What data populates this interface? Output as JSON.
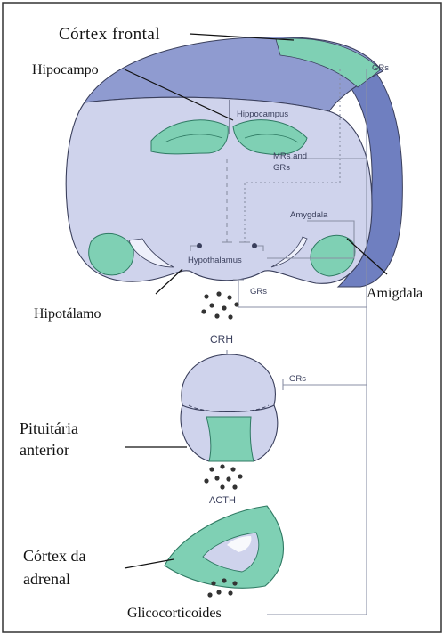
{
  "labels": {
    "cortex_frontal": "Córtex frontal",
    "hipocampo": "Hipocampo",
    "hipotalamo": "Hipotálamo",
    "amigdala": "Amigdala",
    "pituitaria_line1": "Pituitária",
    "pituitaria_line2": "anterior",
    "cortex_adrenal_line1": "Córtex da",
    "cortex_adrenal_line2": "adrenal",
    "glicocorticoides": "Glicocorticoides"
  },
  "inner_labels": {
    "hippocampus": "Hippocampus",
    "mrs_grs_line1": "MRs and",
    "mrs_grs_line2": "GRs",
    "amygdala": "Amygdala",
    "hypothalamus": "Hypothalamus",
    "grs_top": "GRs",
    "grs_hypothalamus": "GRs",
    "grs_pituitary": "GRs",
    "crh": "CRH",
    "acth": "ACTH"
  },
  "colors": {
    "brain_fill": "#cfd3ec",
    "brain_top": "#8f9bd0",
    "brain_side": "#6f7fc0",
    "teal": "#7fd0b4",
    "teal_dark": "#2f7a63",
    "outline": "#3a3f5c",
    "pathway": "#8a8fa5"
  }
}
